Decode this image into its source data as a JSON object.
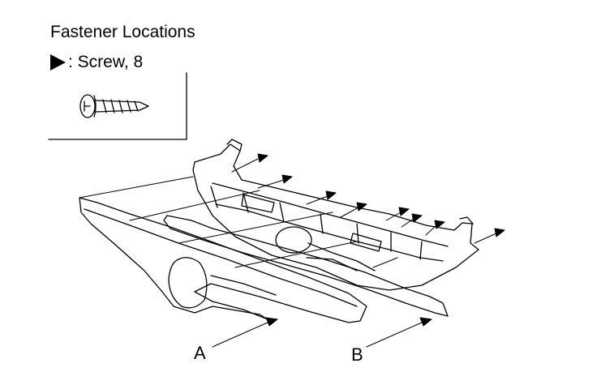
{
  "title": "Fastener Locations",
  "legend": {
    "symbol_icon": "filled-arrowhead-icon",
    "text": ": Screw, 8"
  },
  "callouts": {
    "a": "A",
    "b": "B"
  }
}
